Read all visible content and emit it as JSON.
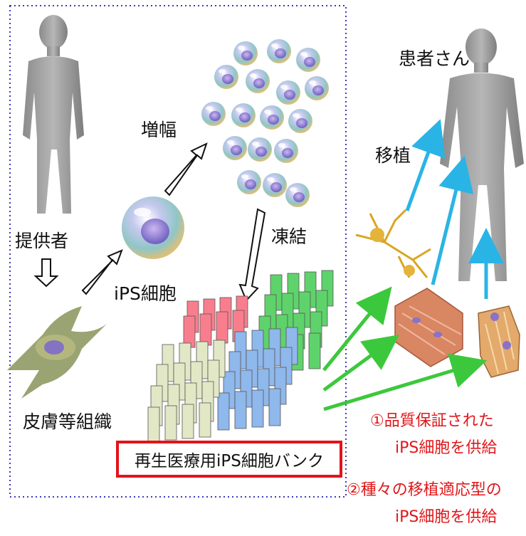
{
  "labels": {
    "donor": "提供者",
    "skin": "皮膚等組織",
    "ips": "iPS細胞",
    "amplify": "増幅",
    "freeze": "凍結",
    "patient": "患者さん",
    "transplant": "移植",
    "bank": "再生医療用iPS細胞バンク"
  },
  "notes": {
    "note1_line1": "①品質保証された",
    "note1_line2": "iPS細胞を供給",
    "note2_line1": "②種々の移植適応型の",
    "note2_line2": "iPS細胞を供給"
  },
  "colors": {
    "dotted_border": "#3b3bb4",
    "bank_border": "#e3131a",
    "note_text": "#e0171b",
    "green_arrow": "#3cc83c",
    "blue_arrow": "#2ab4e6",
    "tube_red": "#f87e8e",
    "tube_green": "#5fd36b",
    "tube_blue": "#8fb8ec",
    "tube_beige": "#e2e8c6"
  },
  "icons": [
    "donor-silhouette-icon",
    "patient-silhouette-icon",
    "fibroblast-cell-icon",
    "ips-cell-icon",
    "neuron-icon",
    "muscle-tissue-icon",
    "bone-tissue-icon"
  ]
}
